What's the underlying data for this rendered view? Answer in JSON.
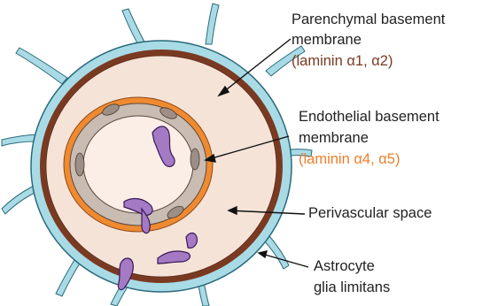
{
  "labels": {
    "parenchymal": {
      "line1": "Parenchymal basement",
      "line2": "membrane",
      "line3": "(laminin α1, α2)"
    },
    "endothelial": {
      "line1": "Endothelial basement",
      "line2": "membrane",
      "line3": "(laminin α4, α5)"
    },
    "perivascular": {
      "line1": "Perivascular space"
    },
    "astrocyte": {
      "line1": "Astrocyte",
      "line2": "glia limitans"
    }
  },
  "colors": {
    "astrocyte": "#a9dbe6",
    "astrocyte_edge": "#2a6a7a",
    "parenchymal_membrane": "#7a3a22",
    "perivascular_space": "#f5e3d8",
    "endothelial_membrane": "#f08a30",
    "endothelium": "#c9bcb3",
    "lumen": "#fbeee6",
    "immune_cells": "#a57ac4",
    "text": "#222222"
  }
}
